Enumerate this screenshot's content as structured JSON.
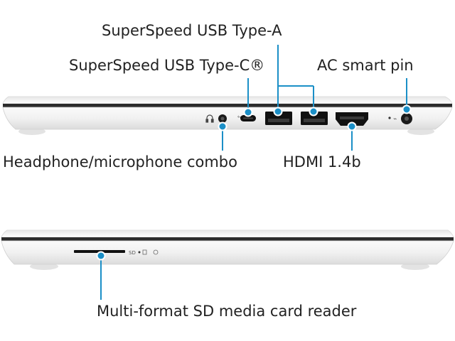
{
  "labels": {
    "usb_a": "SuperSpeed USB Type-A",
    "usb_c": "SuperSpeed USB Type-C®",
    "ac_pin": "AC smart pin",
    "headphone": "Headphone/microphone combo",
    "hdmi": "HDMI 1.4b",
    "sd_reader": "Multi-format SD media card reader"
  },
  "port_markings": {
    "sd": "SD"
  },
  "colors": {
    "callout": "#1b8fc7",
    "chassis": "#f4f4f4",
    "seam": "#2c2c2c",
    "port": "#111111"
  }
}
